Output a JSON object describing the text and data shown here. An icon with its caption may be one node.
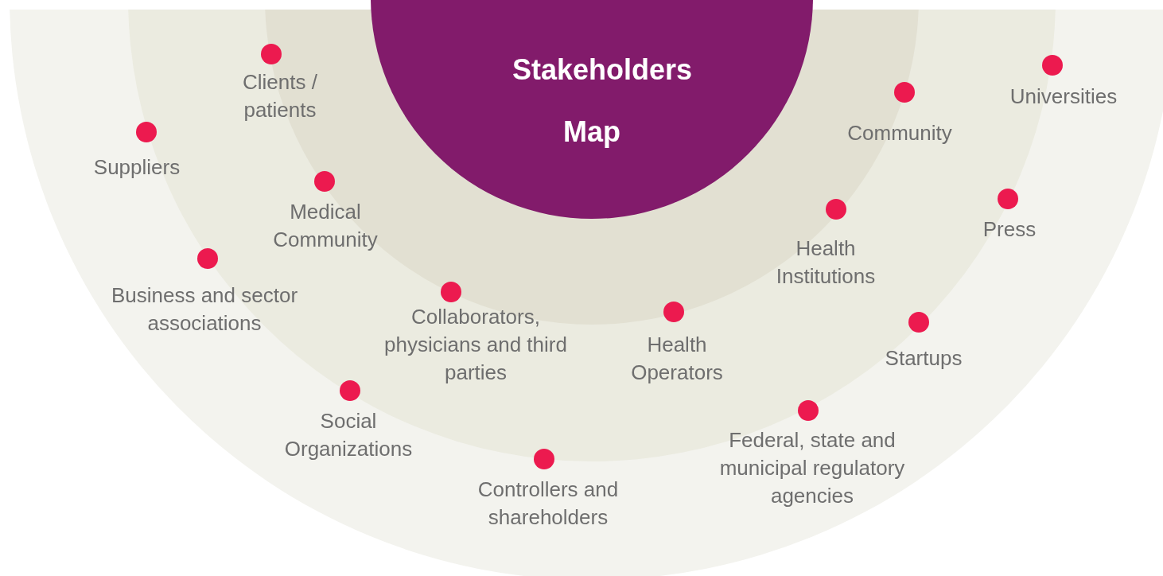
{
  "diagram": {
    "nodes": [
      {
        "text": [
          "Stakeholders Map"
        ]
      },
      {
        "text": [
          "Clients / patients"
        ]
      },
      {
        "text": [
          "Suppliers"
        ]
      },
      {
        "text": [
          "Medical Community"
        ]
      },
      {
        "text": [
          "Business and sector associations"
        ]
      },
      {
        "text": [
          "Collaborators, physicians and third parties"
        ]
      },
      {
        "text": [
          "Social Organizations"
        ]
      },
      {
        "text": [
          "Controllers and shareholders"
        ]
      },
      {
        "text": [
          "Health Operators"
        ]
      },
      {
        "text": [
          "Federal, state and municipal regulatory agencies"
        ]
      },
      {
        "text": [
          "Health Institutions"
        ]
      },
      {
        "text": [
          "Startups"
        ]
      },
      {
        "text": [
          "Community"
        ]
      },
      {
        "text": [
          "Press"
        ]
      },
      {
        "text": [
          "Universities"
        ]
      }
    ]
  }
}
